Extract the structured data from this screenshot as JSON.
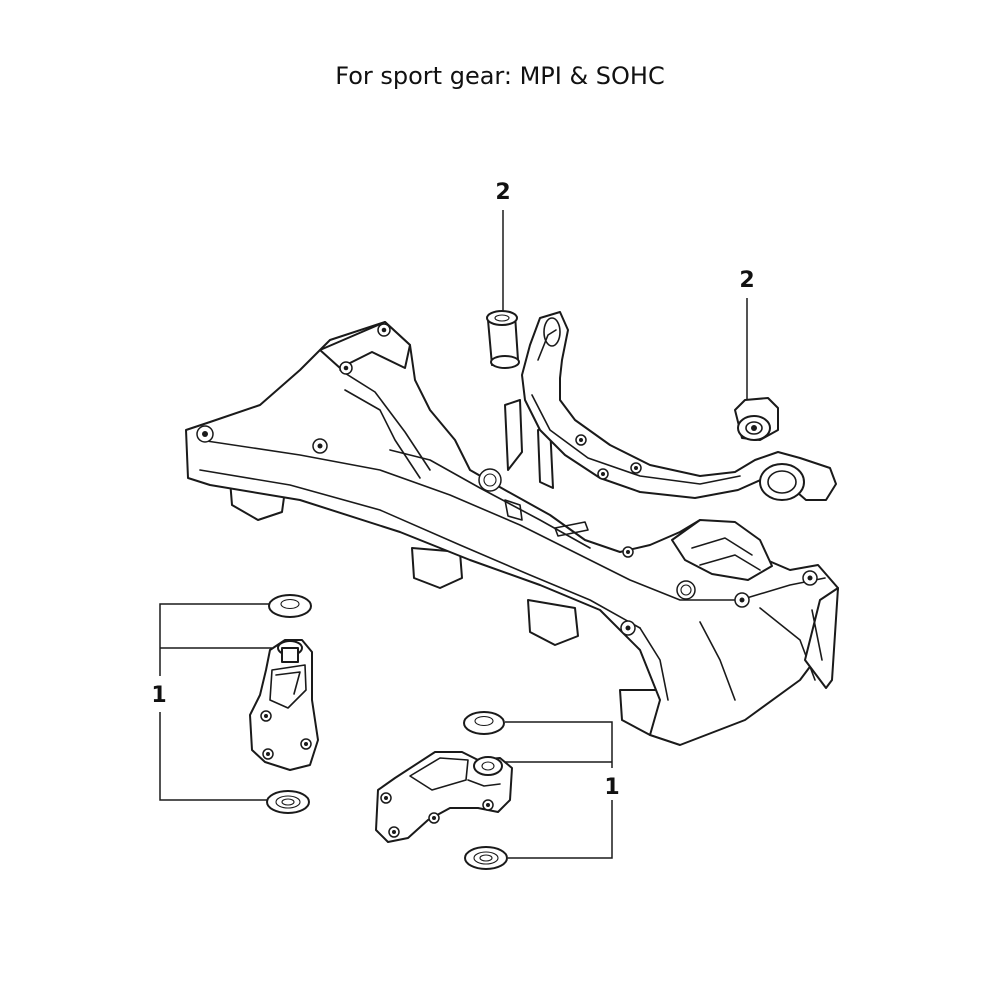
{
  "title": "For sport gear: MPI & SOHC",
  "callouts": {
    "bushing_left": "2",
    "bushing_right": "2",
    "mount_left": "1",
    "mount_right": "1"
  }
}
